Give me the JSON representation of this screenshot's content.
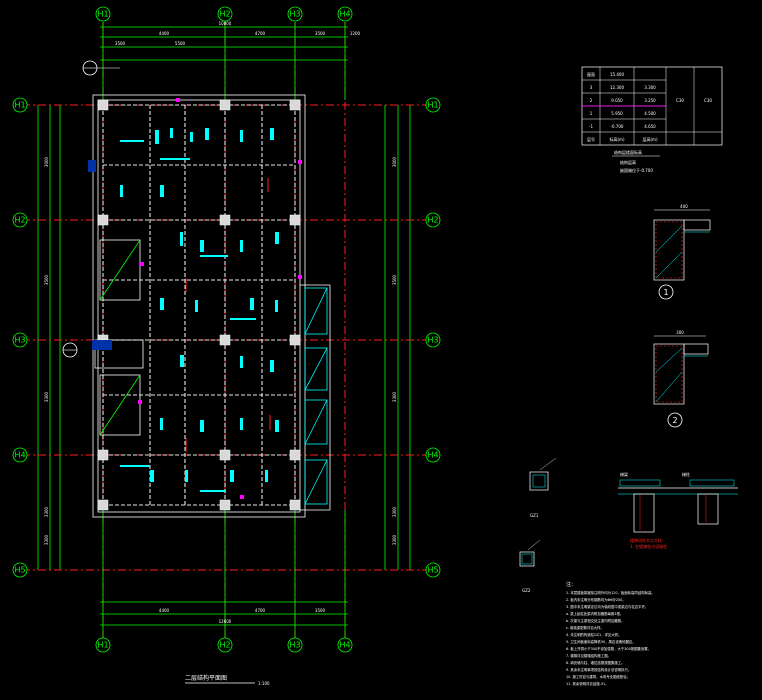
{
  "drawing": {
    "title": "二层结构平面图",
    "scale_label": "1:100"
  },
  "axes": {
    "top_labels": [
      "H1",
      "H2",
      "H3",
      "H4"
    ],
    "bottom_labels": [
      "H1",
      "H2",
      "H3",
      "H4"
    ],
    "left_labels": [
      "H1",
      "H2",
      "H3",
      "H4",
      "H5"
    ],
    "right_labels": [
      "H1",
      "H2",
      "H3",
      "H4",
      "H5"
    ]
  },
  "dimensions": {
    "top_overall": "10800",
    "top_segments": [
      "4400",
      "4700",
      "3500",
      "1200"
    ],
    "top_sub": [
      "3500",
      "5500"
    ],
    "bottom_segments": [
      "4400",
      "4700",
      "3500"
    ],
    "bottom_overall": "12600",
    "left_segments": [
      "3000",
      "3500",
      "3300",
      "3300",
      "3300"
    ],
    "right_segments": [
      "3000",
      "3500",
      "3300",
      "3300",
      "3300"
    ]
  },
  "level_table": {
    "rows": [
      [
        "屋面",
        "15.400",
        ""
      ],
      [
        "3",
        "12.300",
        "3.300"
      ],
      [
        "2",
        "9.050",
        "3.250"
      ],
      [
        "1",
        "5.950",
        "4.500"
      ],
      [
        "-1",
        "-0.700",
        "4.650"
      ],
      [
        "层号",
        "标高(m)",
        "层高(m)"
      ]
    ],
    "side_cells": [
      "C30",
      "C30"
    ],
    "caption": "结构层楼面标高",
    "subcaption": "结构层高",
    "note": "嵌固端位于-0.700"
  },
  "details": {
    "d1_dim": "400",
    "d1_label": "1",
    "d2_dim": "300",
    "d2_label": "2",
    "gz1_label": "GZ1",
    "gz2_label": "GZ2",
    "stair_label_left": "梯梁",
    "stair_label_right": "梯柱",
    "stair_caption": "楼梯间柱节点大样",
    "stair_note": "1. 在楼梯柱内设暗柱"
  },
  "notes": {
    "heading": "注：",
    "lines": [
      "1. 本层楼板厚度除注明外均为120，板面标高同结构标高。",
      "2. 板内未注明分布钢筋均为Φ6@200。",
      "3. 图中未注明梁定位均为轴线居中或梁边与柱边平齐。",
      "   a. 梁上起柱处梁内附加箍筋每侧3根。",
      "   b. 次梁与主梁相交处主梁内附加箍筋。",
      "   c. 悬挑梁配筋详见大样。",
      "4. 未注明的构造柱GZ1，详见大样。",
      "5. 卫生间板面标高降低50，周边设素砼翻边。",
      "6. 板上开洞小于300不设加强筋，大于300按图集设置。",
      "7. 楼梯详见楼梯结构施工图。",
      "8. 填充墙与柱、墙拉结筋按图集施工。",
      "9. 其余未注明事项按结构设计总说明执行。",
      "10. 施工时应与建筑、水电专业图纸配合。",
      "11. 其余说明详见结施-01。"
    ]
  }
}
